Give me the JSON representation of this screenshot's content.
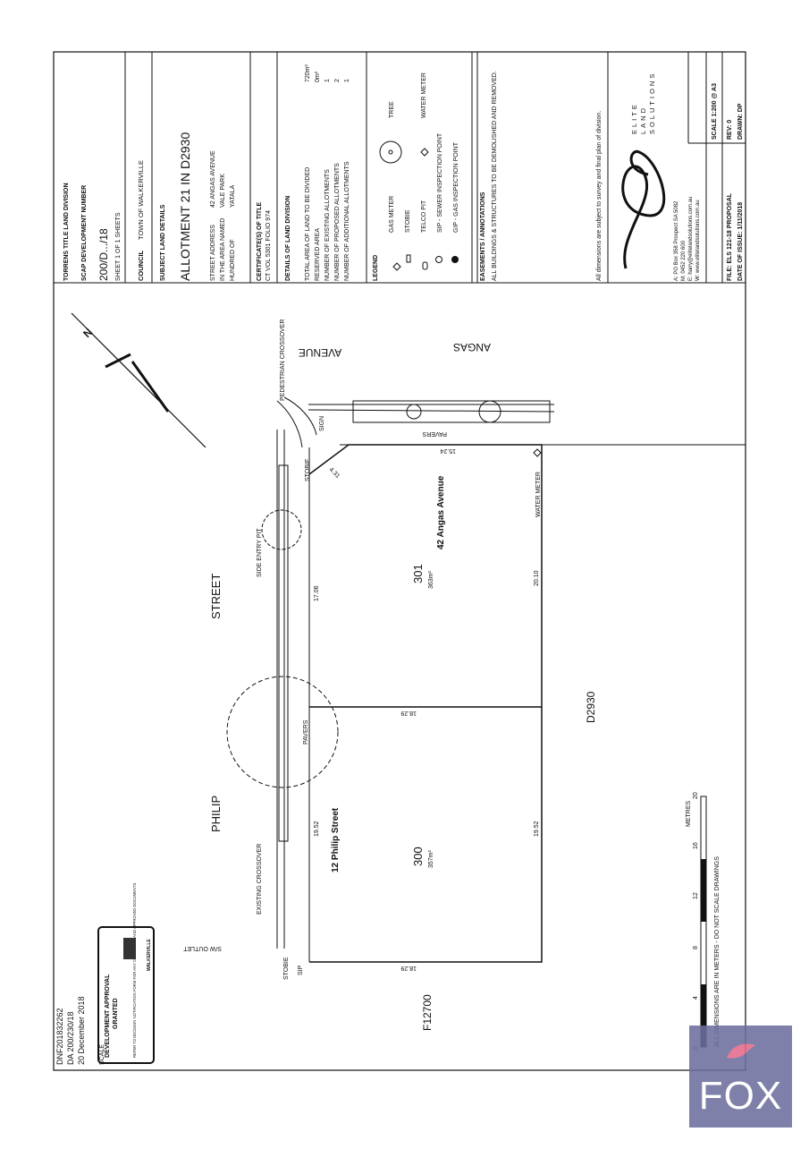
{
  "header": {
    "ref1": "DNF201832262",
    "ref2": "DA 200/230/18",
    "date": "20 December 2018"
  },
  "approval_stamp": {
    "title": "DEVELOPMENT APPROVAL",
    "status": "GRANTED",
    "note": "REFER TO DECISION NOTIFICATION FORM FOR ANY CONDITIONS AND APPROVED DOCUMENTS",
    "council": "WALKERVILLE"
  },
  "title_block": {
    "heading": "TORRENS TITLE LAND DIVISION",
    "scap_label": "SCAP DEVELOPMENT NUMBER",
    "scap_number": "200/D.../18",
    "sheet": "SHEET 1 OF 1 SHEETS",
    "council_label": "COUNCIL",
    "council_value": "TOWN OF WALKERVILLE",
    "subject_label": "SUBJECT LAND DETAILS",
    "allotment": "ALLOTMENT 21 IN D2930",
    "street_address_label": "STREET ADDRESS",
    "street_address": "42 ANGAS AVENUE",
    "area_label": "IN THE AREA NAMED",
    "area": "VALE PARK",
    "hundred_label": "HUNDRED OF",
    "hundred": "YATALA",
    "cert_label": "CERTIFICATE(S) OF TITLE",
    "cert_value": "CT VOL 5301 FOLIO 974",
    "details_label": "DETAILS OF LAND DIVISION",
    "details": [
      {
        "label": "TOTAL AREA OF LAND TO BE DIVIDED",
        "value": "720m²"
      },
      {
        "label": "RESERVED AREA",
        "value": "0m²"
      },
      {
        "label": "NUMBER OF EXISTING ALLOTMENTS",
        "value": "1"
      },
      {
        "label": "NUMBER OF PROPOSED ALLOTMENTS",
        "value": "2"
      },
      {
        "label": "NUMBER OF ADDITIONAL ALLOTMENTS",
        "value": "1"
      }
    ],
    "legend_label": "LEGEND",
    "legend": {
      "gas_meter": "GAS METER",
      "stobie": "STOBIE",
      "telco_pit": "TELCO PIT",
      "sip": "SIP - SEWER INSPECTION POINT",
      "gip": "GIP - GAS INSPECTION POINT",
      "tree": "TREE",
      "water_meter": "WATER METER"
    },
    "easements_label": "EASEMENTS / ANNOTATIONS",
    "easements_text": "ALL BUILDINGS & STRUCTURES TO BE DEMOLISHED AND REMOVED.",
    "dimensions_note": "All dimensions are subject to survey and final plan of division.",
    "company": [
      "ELITE",
      "LAND",
      "SOLUTIONS"
    ],
    "contact": [
      "A: PO Box 358 Prospect SA 5082",
      "M: 0452 220 600",
      "E: harry@elitelandsolutions.com.au",
      "W: www.elitelandsolutions.com.au"
    ],
    "scale": "SCALE 1:200 @ A3",
    "rev": "REV: 0",
    "file": "FILE: ELS 121-18 PROPOSAL",
    "drawn": "DRAWN: DP",
    "issue": "DATE OF ISSUE: 1/11/2018"
  },
  "plan": {
    "north": "N",
    "street_philip_1": "PHILIP",
    "street_philip_2": "STREET",
    "street_angas_1": "AVENUE",
    "street_angas_2": "ANGAS",
    "lot300_no": "300",
    "lot300_area": "357m²",
    "lot300_addr": "12 Philip Street",
    "lot301_no": "301",
    "lot301_area": "363m²",
    "lot301_addr": "42 Angas Avenue",
    "d2930": "D2930",
    "f12700": "F12700",
    "dims": {
      "a": "19.52",
      "b": "17.06",
      "c": "19.52",
      "d": "20.10",
      "e": "18.29",
      "f": "18.29",
      "g": "15.24",
      "h": "4.31"
    },
    "labels": {
      "pedestrian": "PEDESTRIAN CROSSOVER",
      "sign": "SIGN",
      "pavers_top": "PAVERS",
      "stobie_top": "STOBIE",
      "side_entry": "SIDE ENTRY PIT",
      "water_meter": "WATER METER",
      "pavers_mid": "PAVERS",
      "existing": "EXISTING CROSSOVER",
      "sw_outlet": "S/W OUTLET",
      "stobie_bottom": "STOBIE",
      "sip": "SIP"
    },
    "scale_bar": {
      "label": "SCALE",
      "metres": "METRES",
      "ticks": [
        "0",
        "4",
        "8",
        "12",
        "16",
        "20"
      ],
      "note": "ALL DIMENSIONS ARE IN METERS - DO NOT SCALE DRAWINGS"
    }
  },
  "watermark": {
    "text": "FOX",
    "bg": "#6d6f9e"
  }
}
